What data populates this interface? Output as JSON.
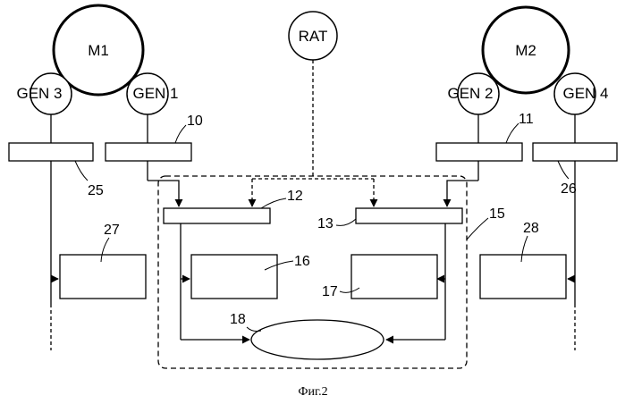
{
  "motors": {
    "m1": "M1",
    "m2": "M2"
  },
  "generators": {
    "gen1": "GEN 1",
    "gen2": "GEN 2",
    "gen3": "GEN 3",
    "gen4": "GEN 4"
  },
  "rat": "RAT",
  "refs": {
    "r10": "10",
    "r11": "11",
    "r12": "12",
    "r13": "13",
    "r15": "15",
    "r16": "16",
    "r17": "17",
    "r18": "18",
    "r25": "25",
    "r26": "26",
    "r27": "27",
    "r28": "28"
  },
  "caption": "Фиг.2"
}
